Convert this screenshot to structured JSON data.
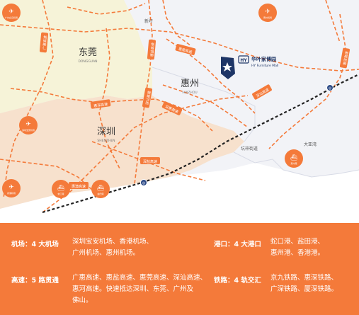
{
  "map": {
    "regions": {
      "dongguan": {
        "cn": "东莞",
        "en": "DONGGUAN"
      },
      "huizhou": {
        "cn": "惠州",
        "en": "HUIZHOU"
      },
      "shenzhen": {
        "cn": "深圳",
        "en": "SHENZHEN"
      }
    },
    "places": {
      "xinxu": "新圩",
      "kengzai": "坑梓街道",
      "dayawan": "大亚湾"
    },
    "poi": {
      "cn": "华叶家博园",
      "en": "HY Furniture Mall"
    },
    "roads": {
      "guanghui": "广惠高速",
      "huiyan": "惠盐高速",
      "huiguan": "惠莞高速",
      "shenshan": "深汕高速",
      "huishen": "惠深高速",
      "shenhui": "深惠高速",
      "shenshan2": "深汕高速",
      "shenyan": "深盐高速",
      "huiao": "惠澳高速"
    },
    "airports": {
      "guangzhou": "广州白云机场",
      "huizhou": "惠州机场",
      "shenzhen": "深圳宝安机场",
      "hongkong": "香港机场"
    },
    "ports": {
      "shekou": "蛇口港",
      "yantian": "盐田港",
      "huizhou": "惠州港"
    },
    "colors": {
      "accent": "#f47a3a",
      "land_dongguan": "#f6f3d8",
      "land_shenzhen": "#f7e1cd",
      "land_huizhou": "#edeff5",
      "poi_navy": "#1e3566",
      "rail": "#222222"
    }
  },
  "info": {
    "airport_label": "机场：4 大机场",
    "airport_text": [
      "深圳宝安机场、香港机场、",
      "广州机场、惠州机场。"
    ],
    "port_label": "港口：4 大港口",
    "port_text": [
      "蛇口港、盐田港、",
      "惠州港、香港港。"
    ],
    "highway_label": "高速：5 路贯通",
    "highway_text": [
      "广惠高速、惠盐高速、惠莞高速、深汕高速、",
      "惠河高速。快速抵达深圳、东莞、广州及",
      "佛山。"
    ],
    "rail_label": "铁路：4 轨交汇",
    "rail_text": [
      "京九铁路、惠深铁路、",
      "广深铁路、厦深铁路。"
    ]
  }
}
